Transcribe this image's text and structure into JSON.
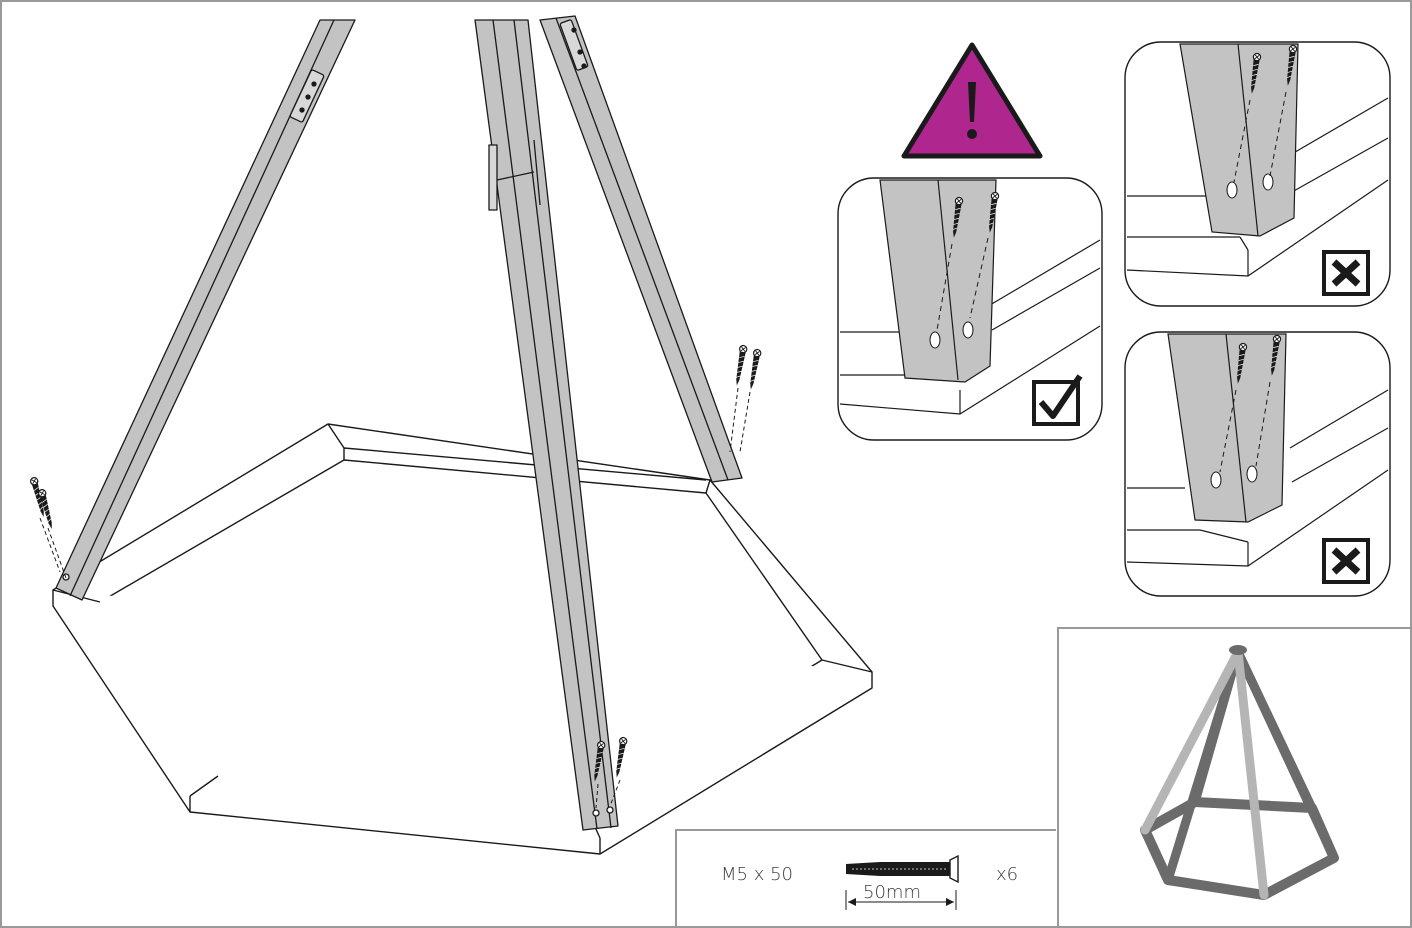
{
  "hardware": {
    "screw_spec": "M5 x 50",
    "screw_length": "50mm",
    "quantity": "x6"
  },
  "icons": {
    "warning": "warning-triangle-icon",
    "correct": "checkmark-box-icon",
    "incorrect": "cross-box-icon",
    "screw": "screw-icon"
  },
  "colors": {
    "warning_fill": "#b0268f",
    "leg_fill": "#c3c3c3",
    "line": "#1a1a1a",
    "preview_dark": "#6b6b6b",
    "preview_light": "#b5b5b5",
    "frame_border": "#999999"
  }
}
